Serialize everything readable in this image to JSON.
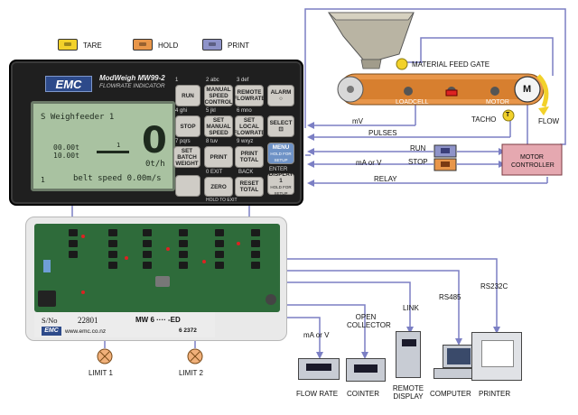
{
  "legend": {
    "tare": "TARE",
    "hold": "HOLD",
    "print": "PRINT",
    "colors": {
      "tare": "#f2d12a",
      "hold": "#e8964a",
      "print": "#8e93c9"
    }
  },
  "indicator": {
    "logo": "EMC",
    "model": "ModWeigh MW99-2",
    "subtitle": "FLOWRATE INDICATOR",
    "lcd": {
      "title": "S Weighfeeder 1",
      "big_value": "0",
      "unit": "0t/h",
      "line_a": "00.00t",
      "line_b": "10.00t",
      "marker": "1",
      "footer": "belt speed 0.00m/s",
      "footer_left": "1"
    },
    "keys": [
      {
        "no": "1",
        "label": "RUN"
      },
      {
        "no": "2 abc",
        "label": "MANUAL SPEED CONTROL"
      },
      {
        "no": "3 def",
        "label": "REMOTE FLOWRATE"
      },
      {
        "no": "",
        "label": "ALARM ○"
      },
      {
        "no": "4 ghi",
        "label": "STOP"
      },
      {
        "no": "5 jkl",
        "label": "SET MANUAL SPEED"
      },
      {
        "no": "6 mno",
        "label": "SET LOCAL FLOWRATE"
      },
      {
        "no": "",
        "label": "SELECT ⊡"
      },
      {
        "no": "7 pqrs",
        "label": "SET BATCH WEIGHT"
      },
      {
        "no": "8 tuv",
        "label": "PRINT"
      },
      {
        "no": "9 wxyz",
        "label": "PRINT TOTAL"
      },
      {
        "no": "",
        "label": "MENU"
      },
      {
        "no": "",
        "label": ""
      },
      {
        "no": "0 EXIT",
        "label": "ZERO"
      },
      {
        "no": "BACK",
        "label": "RESET TOTAL"
      },
      {
        "no": "ENTER",
        "label": "DISPLAY 1"
      }
    ],
    "menu_sub": "HOLD FOR SETUP",
    "display_sub": "HOLD FOR SETUP",
    "bottom_hint": "HOLD TO EXIT"
  },
  "plant": {
    "material_feed_gate": "MATERIAL FEED GATE",
    "loadcell": "LOADCELL",
    "motor": "MOTOR",
    "motor_symbol": "M",
    "flow": "FLOW",
    "tacho": "TACHO",
    "tacho_symbol": "T",
    "motor_controller": "MOTOR CONTROLLER"
  },
  "signals": {
    "mv": "mV",
    "pulses": "PULSES",
    "run": "RUN",
    "stop": "STOP",
    "ma_or_v": "mA or V",
    "relay": "RELAY"
  },
  "board": {
    "serial_label": "S/No",
    "serial": "22801",
    "model_code": "MW 6 ···· -ED",
    "logo": "EMC",
    "url": "www.emc.co.nz",
    "code": "6 2372"
  },
  "limits": {
    "limit1": "LIMIT 1",
    "limit2": "LIMIT 2"
  },
  "outputs": {
    "ma_or_v": "mA or V",
    "open_collector": "OPEN COLLECTOR",
    "link": "LINK",
    "rs485": "RS485",
    "rs232c": "RS232C"
  },
  "devices": {
    "flow_rate": "FLOW RATE",
    "counter": "COINTER",
    "remote_display": "REMOTE DISPLAY",
    "computer": "COMPUTER",
    "printer": "PRINTER"
  }
}
